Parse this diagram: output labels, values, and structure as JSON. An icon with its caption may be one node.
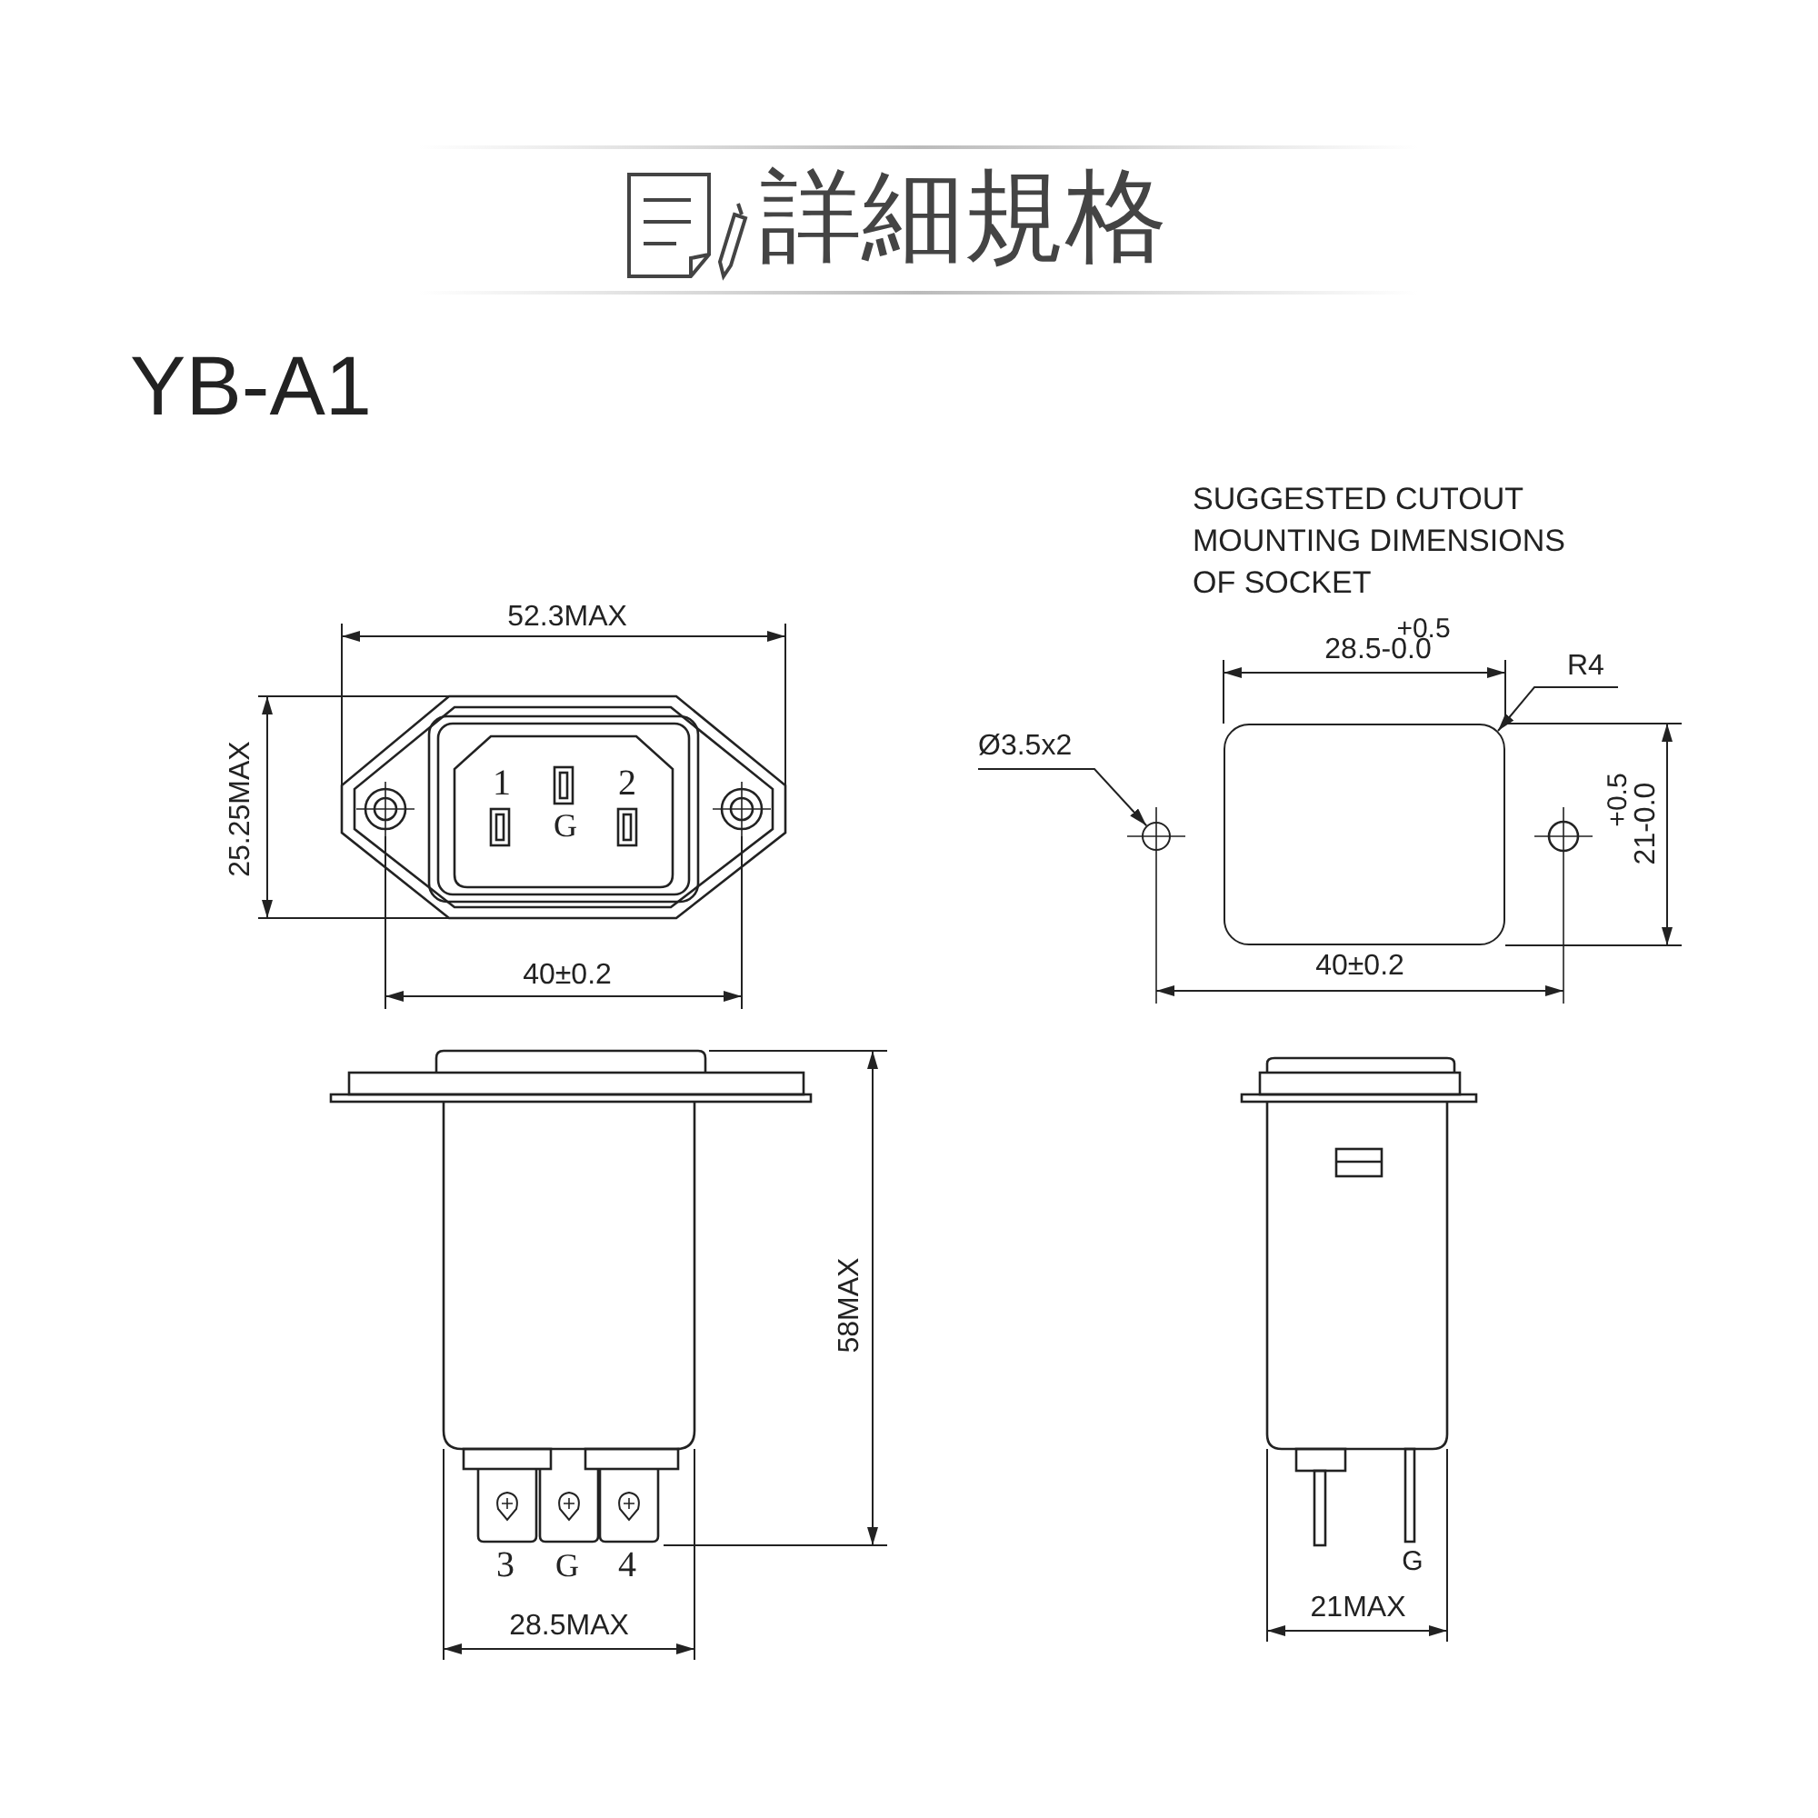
{
  "diagram": {
    "title": "詳細規格",
    "nodes": [
      {
        "text": [
          "R4"
        ]
      },
      {
        "text": [],
        "shape": "box"
      },
      {
        "text": [
          "Ø3.5x2"
        ]
      },
      {
        "text": [],
        "shape": "circle"
      }
    ],
    "edges": [
      {
        "from": 0,
        "to": 1,
        "arrow": "to"
      },
      {
        "from": 2,
        "to": 3,
        "arrow": "to"
      }
    ],
    "labels": [
      "YB-A1",
      "SUGGESTED CUTOUT MOUNTING DIMENSIONS OF SOCKET",
      "52.3MAX",
      "+0.5",
      "28.5-0.0",
      "25.25MAX",
      "1",
      "G",
      "2",
      "+0.5",
      "21-0.0",
      "40±0.2",
      "40±0.2",
      "58MAX",
      "3",
      "G",
      "4",
      "G",
      "28.5MAX",
      "21MAX"
    ]
  }
}
